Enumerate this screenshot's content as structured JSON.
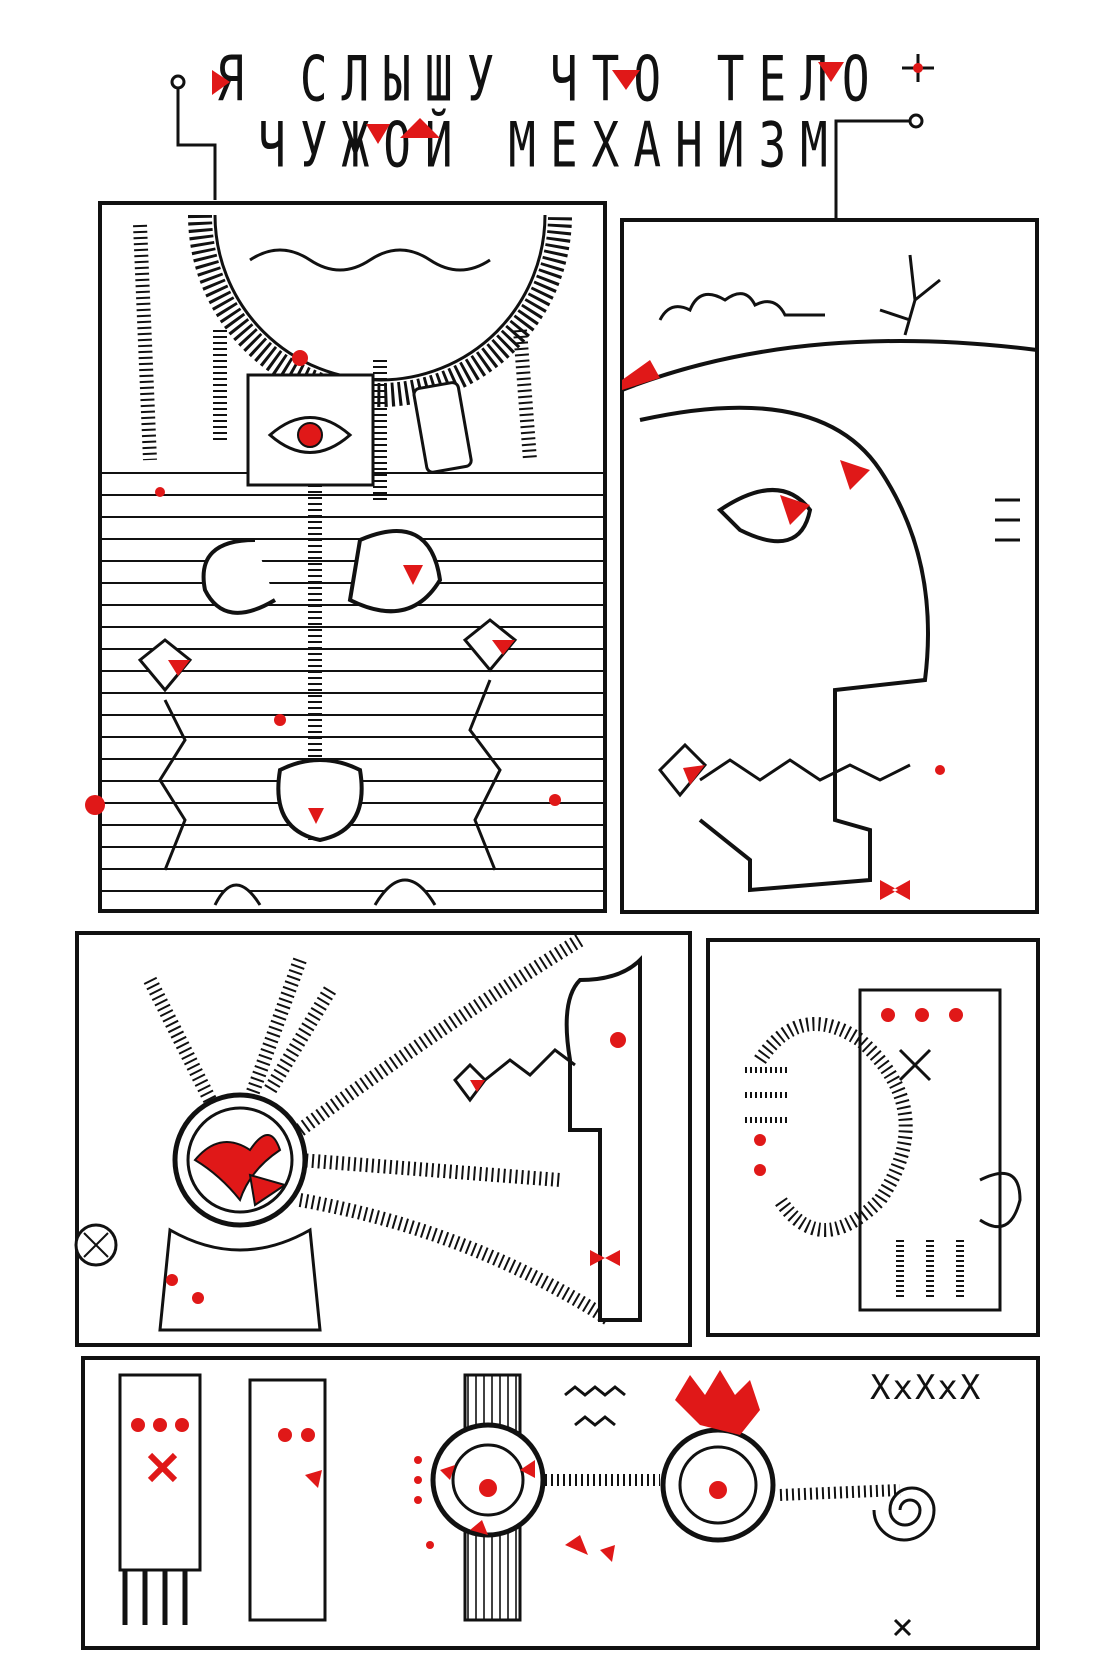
{
  "title": {
    "line1": "Я СЛЫШУ ЧТО ТЕЛО",
    "line2": "ЧУЖОЙ МЕХАНИЗМ"
  },
  "panel5": {
    "marks": "XxXxX"
  },
  "colors": {
    "ink": "#111111",
    "accent_red": "#e01818",
    "paper": "#ffffff"
  }
}
